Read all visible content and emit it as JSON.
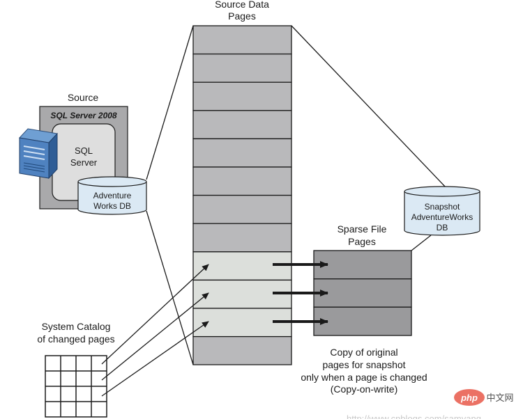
{
  "source_data": {
    "title_lines": [
      "Source Data",
      "Pages"
    ]
  },
  "source": {
    "label": "Source",
    "server_label": "SQL Server 2008",
    "sql_lines": [
      "SQL",
      "Server"
    ],
    "db_lines": [
      "Adventure",
      "Works DB"
    ]
  },
  "snapshot": {
    "db_lines": [
      "Snapshot",
      "AdventureWorks",
      "DB"
    ]
  },
  "sparse": {
    "title_lines": [
      "Sparse File",
      "Pages"
    ]
  },
  "catalog": {
    "title_lines": [
      "System Catalog",
      "of changed pages"
    ]
  },
  "copy_note": {
    "lines": [
      "Copy of original",
      "pages for snapshot",
      "only when a page is changed",
      "(Copy-on-write)"
    ]
  },
  "watermark": {
    "logo": "php",
    "text": "中文网",
    "url": "http://www.cnblogs.com/samyang"
  },
  "colors": {
    "page_gray": "#b9b9bb",
    "page_light": "#dcdfdb",
    "sparse_gray": "#9a9a9c",
    "db_blue": "#dbe9f4",
    "server_box": "#a9a9ab",
    "outline": "#1a1a1a"
  }
}
